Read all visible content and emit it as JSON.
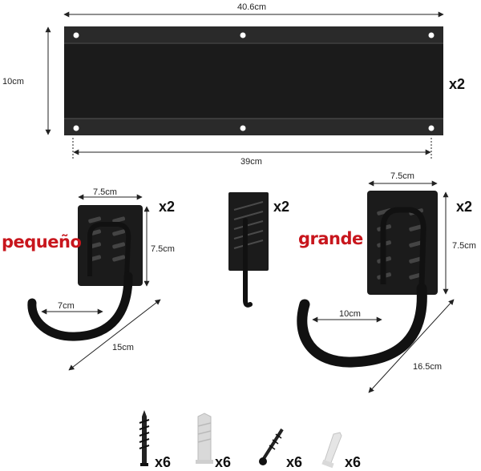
{
  "rail": {
    "width_label": "40.6cm",
    "height_label": "10cm",
    "span_label": "39cm",
    "quantity": "x2"
  },
  "hook_small": {
    "name": "pequeño",
    "width_label": "7.5cm",
    "height_label": "7.5cm",
    "reach_label": "7cm",
    "length_label": "15cm",
    "quantity": "x2"
  },
  "clip": {
    "quantity": "x2"
  },
  "hook_large": {
    "name": "grande",
    "width_label": "7.5cm",
    "height_label": "7.5cm",
    "reach_label": "10cm",
    "length_label": "16.5cm",
    "quantity": "x2"
  },
  "hardware": [
    {
      "name": "wood-screw",
      "quantity": "x6"
    },
    {
      "name": "wall-anchor",
      "quantity": "x6"
    },
    {
      "name": "machine-screw",
      "quantity": "x6"
    },
    {
      "name": "small-anchor",
      "quantity": "x6"
    }
  ],
  "colors": {
    "part": "#1b1b1b",
    "accent": "#c8161d",
    "anchor": "#d9d9d9"
  }
}
